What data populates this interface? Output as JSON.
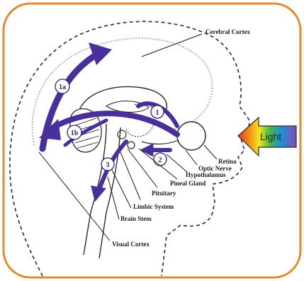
{
  "colors": {
    "frame": "#e38b2a",
    "pathway": "#4a2f9c",
    "outline": "#2a2a2a"
  },
  "arrow_label": "Light",
  "pathway_numbers": [
    "1a",
    "1b",
    "1",
    "2",
    "3"
  ],
  "structure_labels": [
    "Cerebral Cortex",
    "Retina",
    "Optic Nerve",
    "Hypothalamus",
    "Pineal Gland",
    "Pituitary",
    "Limbic System",
    "Brain Stem",
    "Visual Cortex"
  ]
}
